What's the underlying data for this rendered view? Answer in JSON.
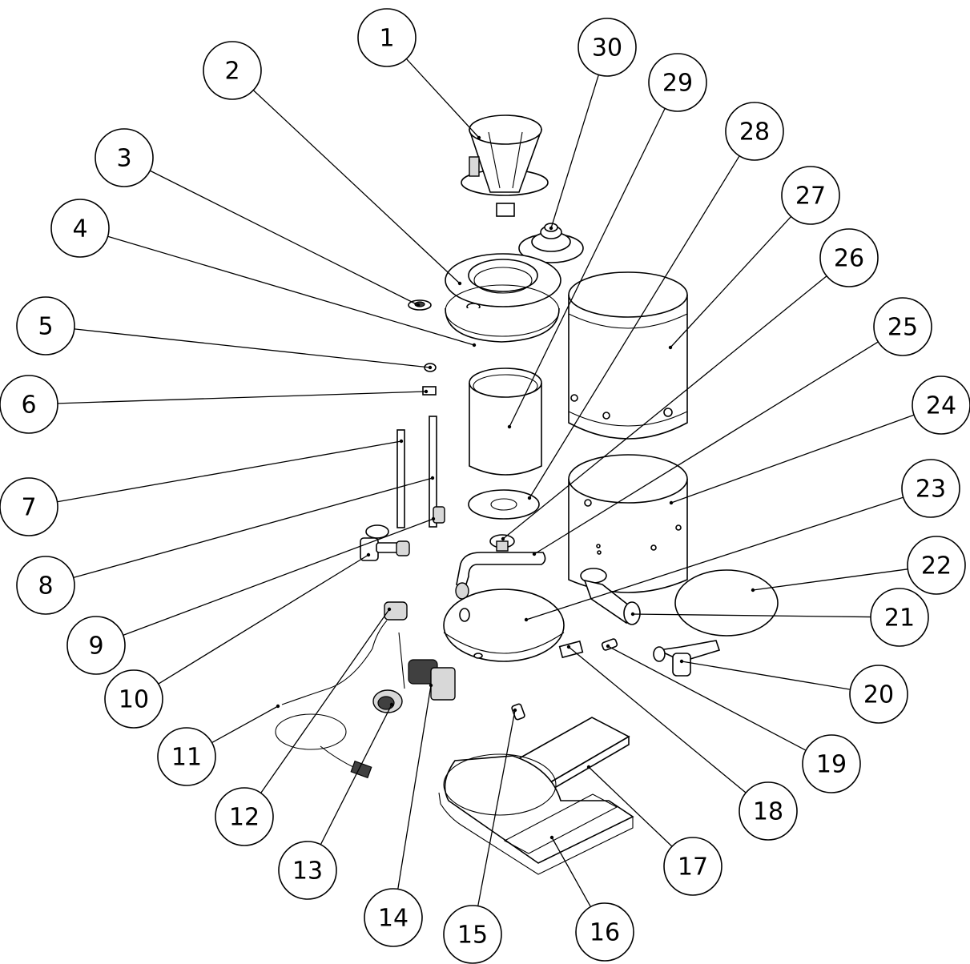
{
  "callouts": [
    {
      "id": "1"
    },
    {
      "id": "2"
    },
    {
      "id": "3"
    },
    {
      "id": "4"
    },
    {
      "id": "5"
    },
    {
      "id": "6"
    },
    {
      "id": "7"
    },
    {
      "id": "8"
    },
    {
      "id": "9"
    },
    {
      "id": "10"
    },
    {
      "id": "11"
    },
    {
      "id": "12"
    },
    {
      "id": "13"
    },
    {
      "id": "14"
    },
    {
      "id": "15"
    },
    {
      "id": "16"
    },
    {
      "id": "17"
    },
    {
      "id": "18"
    },
    {
      "id": "19"
    },
    {
      "id": "20"
    },
    {
      "id": "21"
    },
    {
      "id": "22"
    },
    {
      "id": "23"
    },
    {
      "id": "24"
    },
    {
      "id": "25"
    },
    {
      "id": "26"
    },
    {
      "id": "27"
    },
    {
      "id": "28"
    },
    {
      "id": "29"
    },
    {
      "id": "30"
    }
  ]
}
